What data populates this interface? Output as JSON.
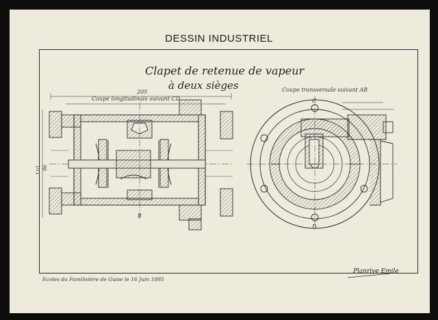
{
  "header": {
    "title": "DESSIN INDUSTRIEL"
  },
  "drawing": {
    "title_line1": "Clapet de retenue de vapeur",
    "title_line2": "à deux sièges",
    "section_left_caption": "Coupe longitudinale suivant CD",
    "section_right_caption": "Coupe transversale suivant AB",
    "label_B": "B",
    "label_C": "C",
    "label_D": "D",
    "dim_top": "205",
    "dim_left": "110",
    "dim_left2": "86"
  },
  "footer": {
    "school": "Ecoles du Familistère de Guise le 16 Juin 1895",
    "signature": "Planrive Emile"
  },
  "colors": {
    "paper": "#eeebdd",
    "ink": "#2a2a2a",
    "hatch": "#555555",
    "background": "#0d0d0d"
  }
}
